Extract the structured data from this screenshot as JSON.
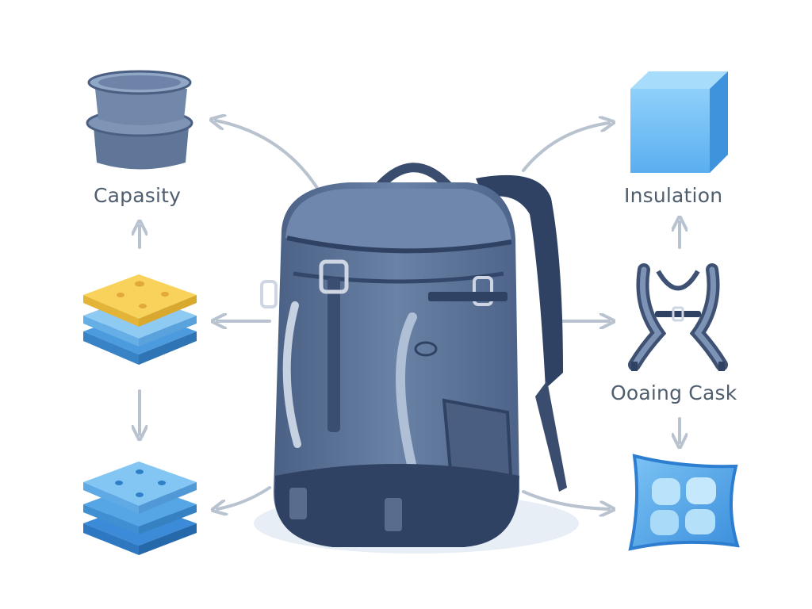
{
  "labels": {
    "capacity": "Capasity",
    "insulation": "Insulation",
    "cask": "Ooaing Cask"
  },
  "icons": {
    "center": "backpack-icon",
    "top_left": "container-stack-icon",
    "middle_left": "foam-layers-icon",
    "bottom_left": "cooling-layers-icon",
    "top_right": "cube-icon",
    "middle_right": "harness-straps-icon",
    "bottom_right": "ice-pack-icon"
  },
  "colors": {
    "backpack_body": "#5b7193",
    "backpack_dark": "#34466a",
    "accent_blue": "#5aa9e6",
    "accent_yellow": "#f5c84c",
    "arrow_gray": "#b9c3cf",
    "label_text": "#4f5e6e"
  }
}
